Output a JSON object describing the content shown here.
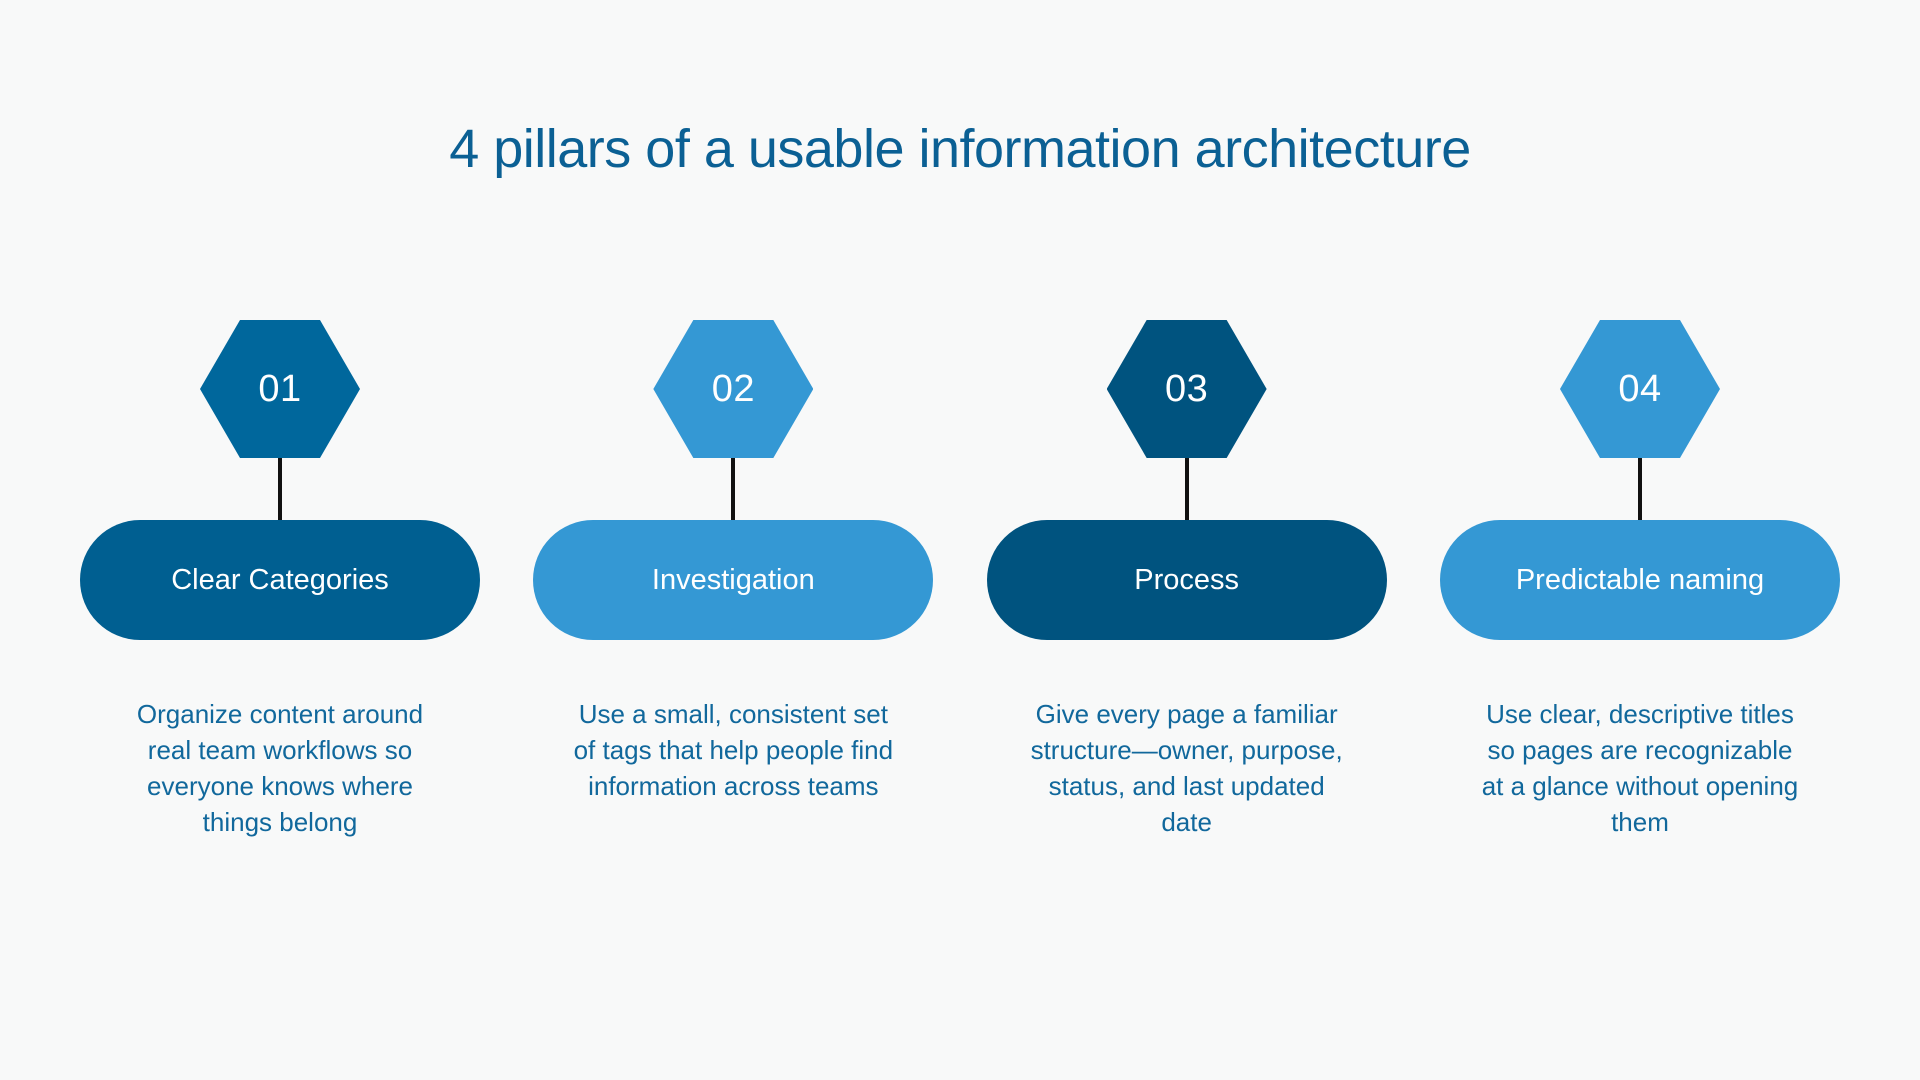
{
  "header": {
    "title": "4 pillars of a usable information architecture"
  },
  "theme": {
    "background": "#f8f9f9",
    "title_color": "#0b6094",
    "description_color": "#11689c",
    "connector_color": "#111111",
    "dark_blue": "#005f91",
    "light_blue": "#3498d4",
    "hex_dark_blue": "#00679c",
    "hex_darker_blue": "#00537f",
    "label_color": "#ffffff"
  },
  "pillars": [
    {
      "number": "01",
      "label": "Clear Categories",
      "description": "Organize content around real team workflows so everyone knows where things belong",
      "hex_color": "#00679c",
      "pill_color": "#005f91"
    },
    {
      "number": "02",
      "label": "Investigation",
      "description": "Use a small, consistent set of tags that help people find information across teams",
      "hex_color": "#3498d4",
      "pill_color": "#3498d4"
    },
    {
      "number": "03",
      "label": "Process",
      "description": "Give every page a familiar structure—owner, purpose, status, and last updated date",
      "hex_color": "#00537f",
      "pill_color": "#00537f"
    },
    {
      "number": "04",
      "label": "Predictable naming",
      "description": "Use clear, descriptive titles so pages are recognizable at a glance without opening them",
      "hex_color": "#3498d4",
      "pill_color": "#3498d4"
    }
  ]
}
